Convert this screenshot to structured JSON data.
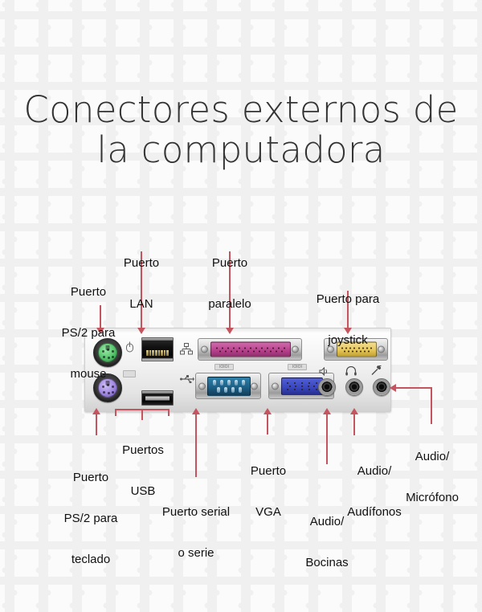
{
  "title": {
    "line1": "Conectores externos de",
    "line2": "la computadora"
  },
  "colors": {
    "arrow": "#c4555f",
    "title_text": "#333333",
    "label_text": "#111111",
    "background": "#fbfbfb",
    "panel": "#f0f0f0",
    "ps2_mouse": "#55c46b",
    "ps2_keyboard": "#9f86e0",
    "parallel": "#c04a8e",
    "serial": "#1d5f86",
    "vga": "#3a47c0",
    "joystick": "#e8c34a"
  },
  "labels": {
    "ps2_mouse": {
      "line1": "Puerto",
      "line2": "PS/2 para",
      "line3": "mouse"
    },
    "lan": {
      "line1": "Puerto",
      "line2": "LAN"
    },
    "parallel": {
      "line1": "Puerto",
      "line2": "paralelo"
    },
    "joystick": {
      "line1": "Puerto para",
      "line2": "joystick"
    },
    "ps2_keyboard": {
      "line1": "Puerto",
      "line2": "PS/2 para",
      "line3": "teclado"
    },
    "usb": {
      "line1": "Puertos",
      "line2": "USB"
    },
    "serial": {
      "line1": "Puerto serial",
      "line2": "o serie"
    },
    "vga": {
      "line1": "Puerto",
      "line2": "VGA"
    },
    "speakers": {
      "line1": "Audio/",
      "line2": "Bocinas"
    },
    "headphones": {
      "line1": "Audio/",
      "line2": "Audífonos"
    },
    "microphone": {
      "line1": "Audio/",
      "line2": "Micrófono"
    }
  },
  "panel": {
    "ports": [
      {
        "id": "ps2-mouse",
        "name": "PS/2 mouse",
        "type": "mini-din-6",
        "pins": 6
      },
      {
        "id": "ps2-keyboard",
        "name": "PS/2 teclado",
        "type": "mini-din-6",
        "pins": 6
      },
      {
        "id": "lan",
        "name": "LAN RJ-45",
        "type": "rj45",
        "pins": 8
      },
      {
        "id": "usb-top",
        "name": "USB",
        "type": "usb-a",
        "pins": 4
      },
      {
        "id": "usb-bottom",
        "name": "USB",
        "type": "usb-a",
        "pins": 4
      },
      {
        "id": "parallel",
        "name": "Puerto paralelo",
        "type": "db-25-f",
        "pins": 25
      },
      {
        "id": "serial",
        "name": "Puerto serial",
        "type": "db-9-m",
        "pins": 9
      },
      {
        "id": "vga",
        "name": "Puerto VGA",
        "type": "hd-15-f",
        "pins": 15
      },
      {
        "id": "joystick",
        "name": "Puerto joystick",
        "type": "db-15-f",
        "pins": 15
      },
      {
        "id": "audio-speakers",
        "name": "Audio bocinas",
        "type": "jack-3.5mm"
      },
      {
        "id": "audio-headphones",
        "name": "Audio audífonos",
        "type": "jack-3.5mm"
      },
      {
        "id": "audio-mic",
        "name": "Audio micrófono",
        "type": "jack-3.5mm"
      }
    ],
    "silkscreen": {
      "mouse_icon": "mouse-icon",
      "lan_icon": "network-icon",
      "usb_icon": "usb-icon",
      "serial_tag": "IOIOI",
      "vga_tag": "IOIOI",
      "speaker_icon": "speaker-icon",
      "headphone_icon": "headphone-icon",
      "mic_icon": "microphone-icon"
    }
  }
}
